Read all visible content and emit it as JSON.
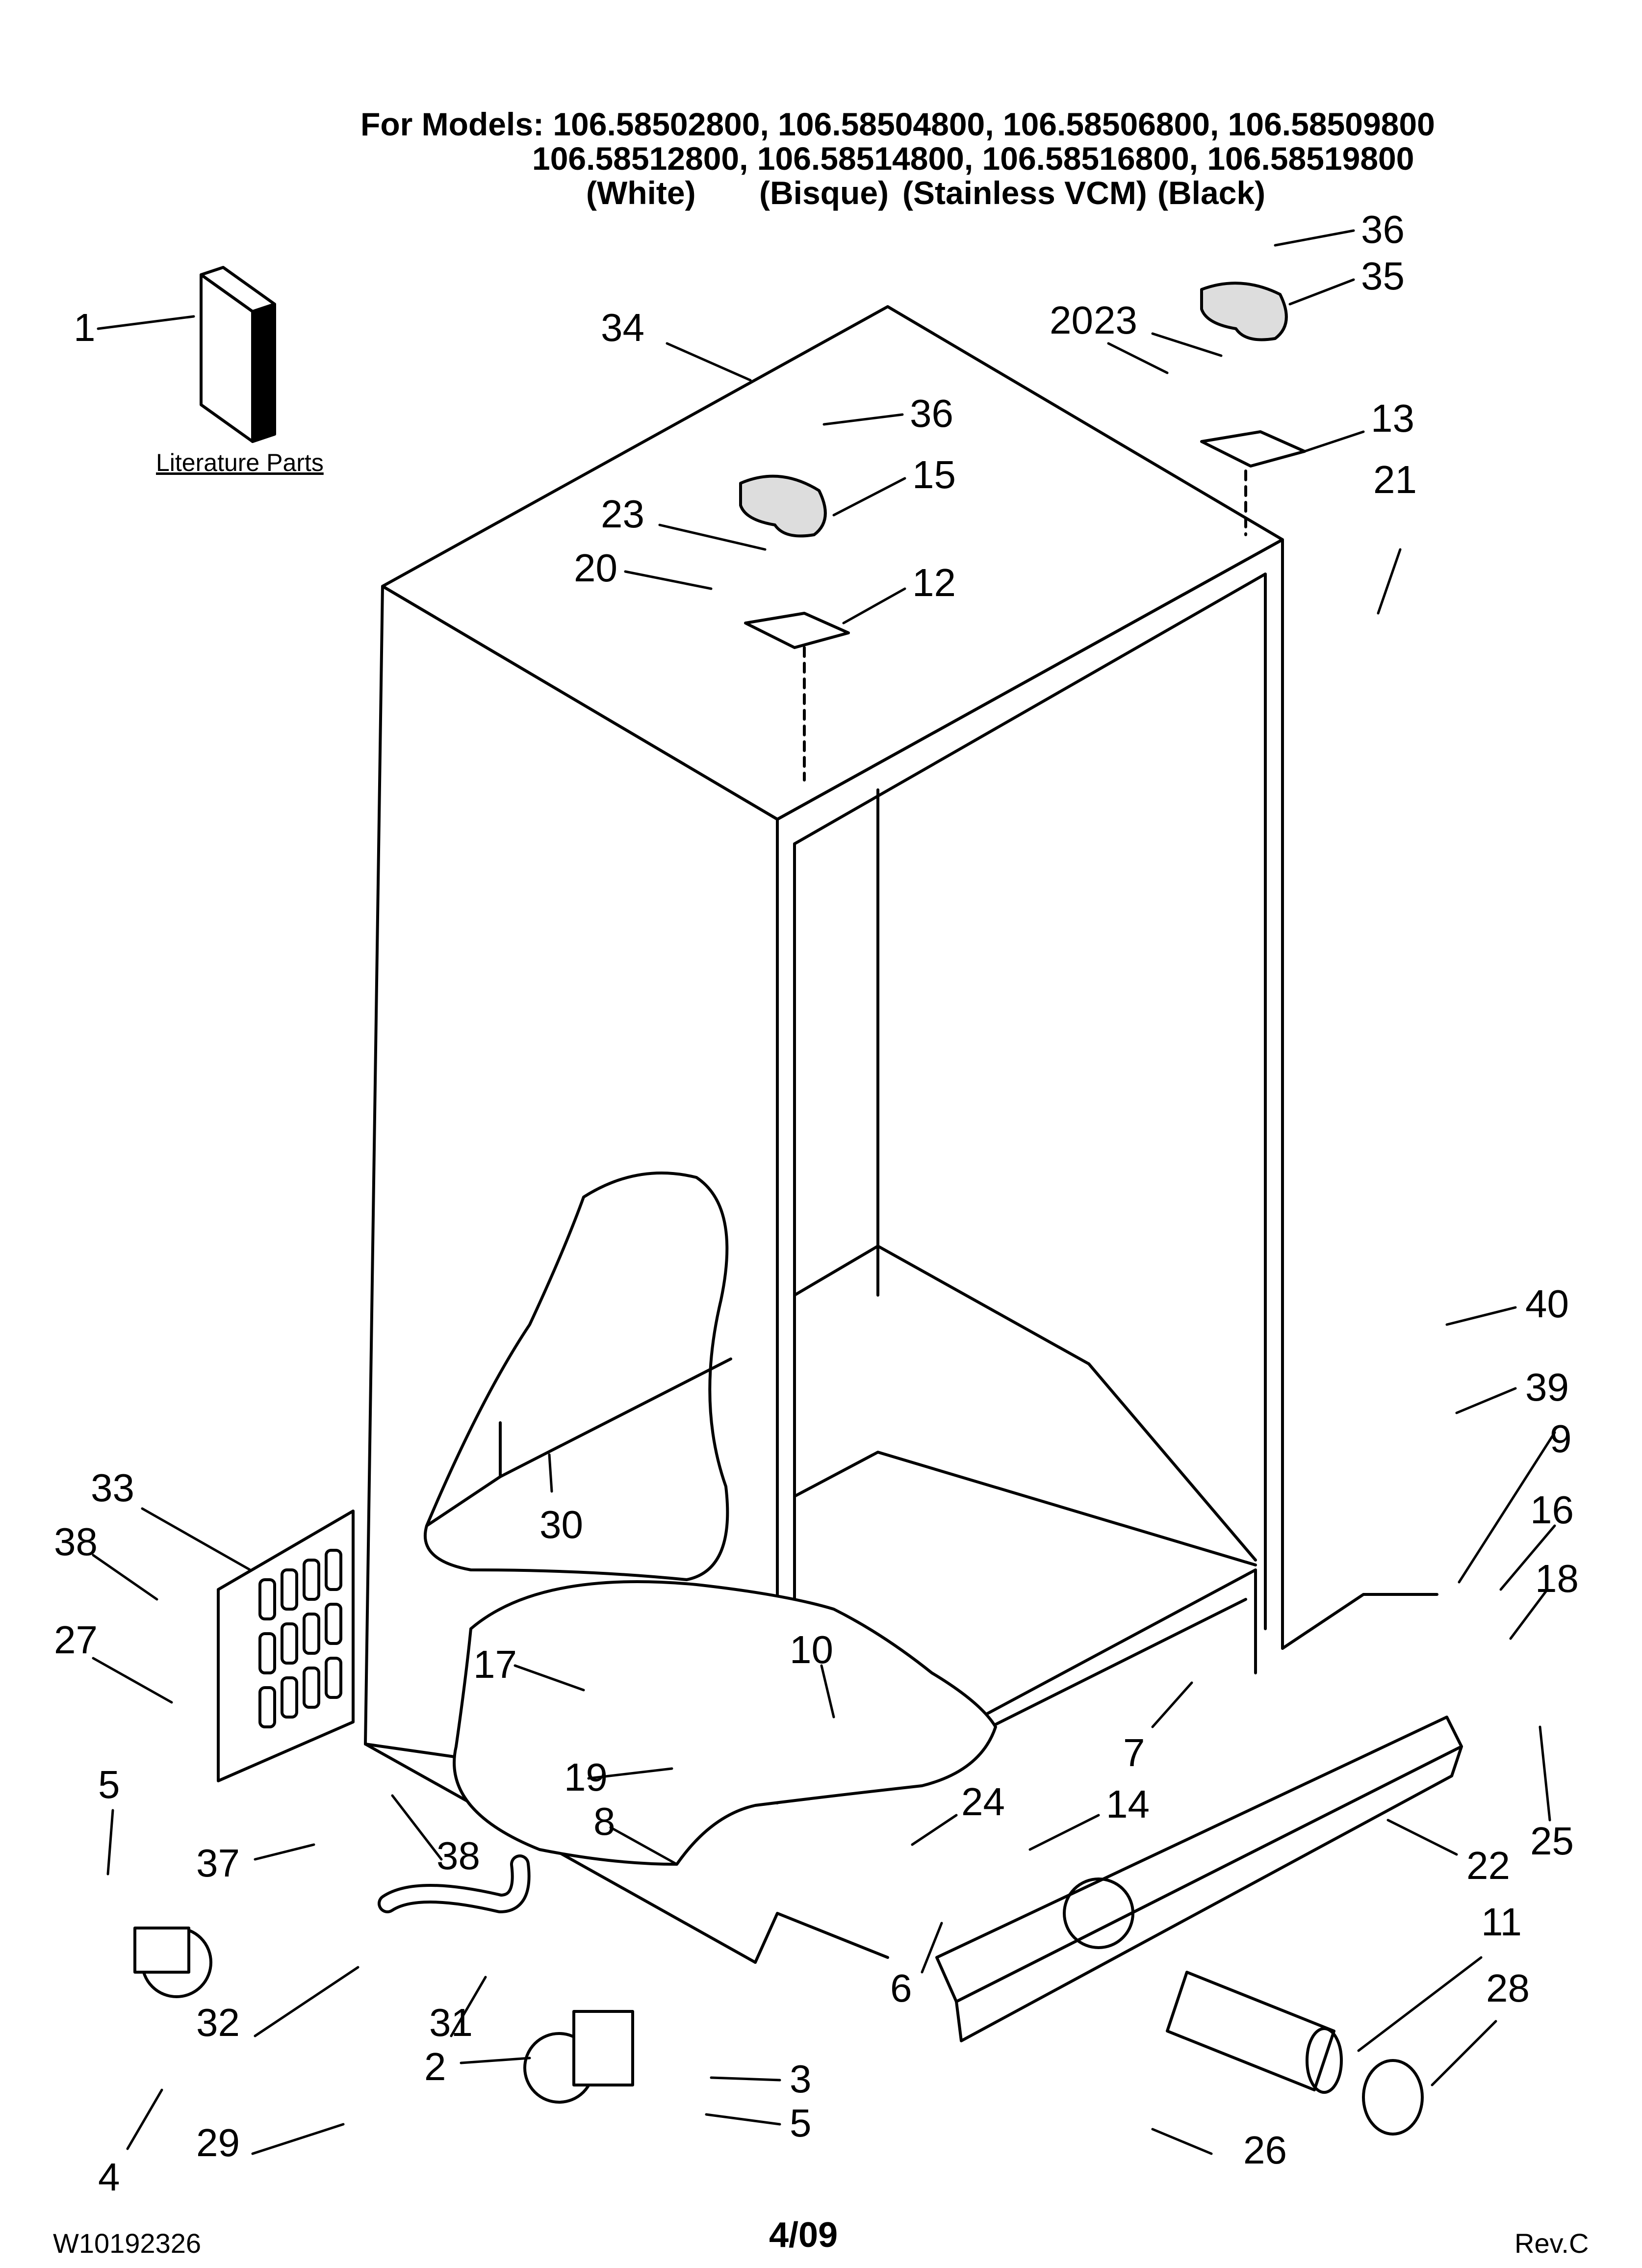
{
  "header": {
    "models_label": "For Models:",
    "models_row1": "106.58502800, 106.58504800, 106.58506800, 106.58509800",
    "models_row2": "106.58512800, 106.58514800, 106.58516800, 106.58519800",
    "colors": [
      "(White)",
      "(Bisque)",
      "(Stainless VCM)",
      "(Black)"
    ]
  },
  "literature_label": "Literature Parts",
  "callouts": [
    "1",
    "34",
    "36",
    "35",
    "23",
    "20",
    "13",
    "21",
    "36",
    "15",
    "23",
    "20",
    "12",
    "40",
    "39",
    "9",
    "16",
    "18",
    "33",
    "38",
    "27",
    "30",
    "17",
    "10",
    "19",
    "8",
    "24",
    "14",
    "7",
    "22",
    "25",
    "5",
    "37",
    "38",
    "4",
    "32",
    "31",
    "29",
    "2",
    "3",
    "5",
    "6",
    "11",
    "28",
    "26"
  ],
  "footer": {
    "doc_number": "W10192326",
    "page": "4/09",
    "revision": "Rev.C"
  }
}
